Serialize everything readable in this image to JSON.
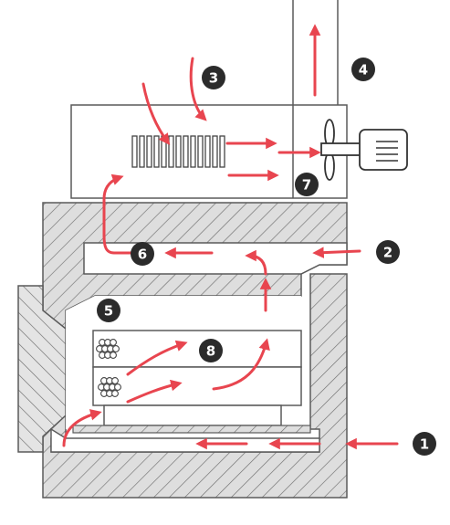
{
  "colors": {
    "flow_arrow": "#e8454f",
    "outline": "#5a5a5a",
    "hatch": "#6a6a6a",
    "hatch_fill": "#d8d8d8",
    "badge_fill": "#2b2b2b",
    "badge_text": "#ffffff"
  },
  "badges": [
    {
      "id": "1",
      "label": "1"
    },
    {
      "id": "2",
      "label": "2"
    },
    {
      "id": "3",
      "label": "3"
    },
    {
      "id": "4",
      "label": "4"
    },
    {
      "id": "5",
      "label": "5"
    },
    {
      "id": "6",
      "label": "6"
    },
    {
      "id": "7",
      "label": "7"
    },
    {
      "id": "8",
      "label": "8"
    }
  ],
  "icons": [
    "fan-icon",
    "motor-icon",
    "pipe-bundle-icon",
    "heater-grille-icon"
  ]
}
